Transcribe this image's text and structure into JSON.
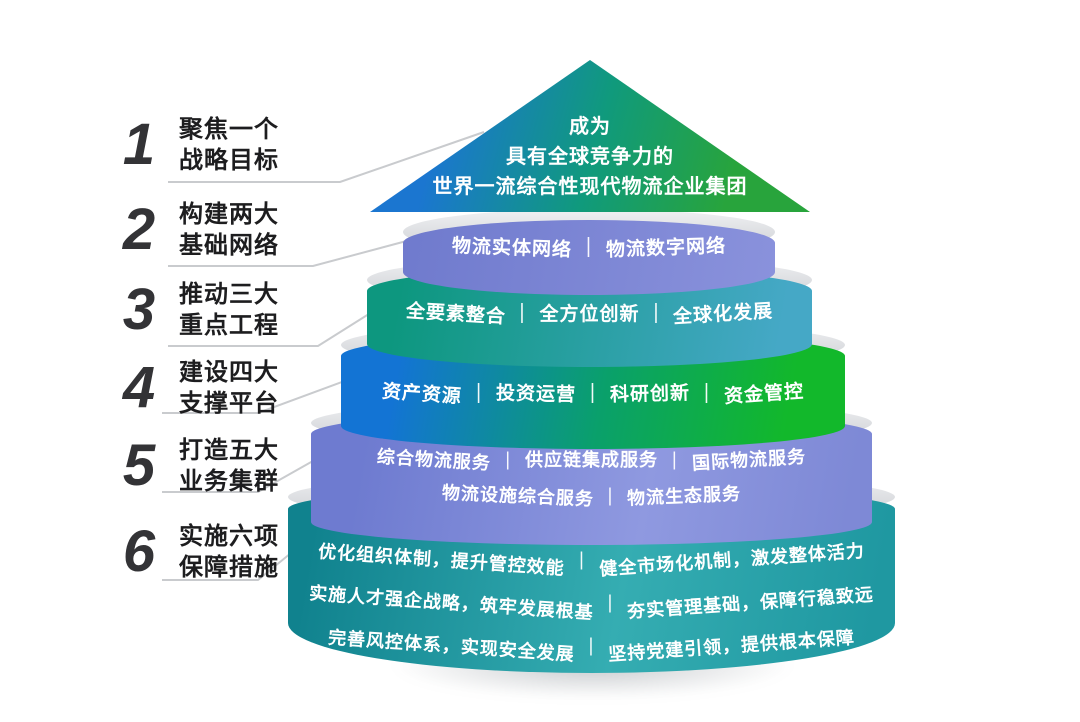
{
  "left_steps": [
    {
      "number": "1",
      "title_lines": [
        "聚焦一个",
        "战略目标"
      ]
    },
    {
      "number": "2",
      "title_lines": [
        "构建两大",
        "基础网络"
      ]
    },
    {
      "number": "3",
      "title_lines": [
        "推动三大",
        "重点工程"
      ]
    },
    {
      "number": "4",
      "title_lines": [
        "建设四大",
        "支撑平台"
      ]
    },
    {
      "number": "5",
      "title_lines": [
        "打造五大",
        "业务集群"
      ]
    },
    {
      "number": "6",
      "title_lines": [
        "实施六项",
        "保障措施"
      ]
    }
  ],
  "pyramid": {
    "separator": "|",
    "apex": {
      "lines": [
        "成为",
        "具有全球竞争力的",
        "世界一流综合性现代物流企业集团"
      ]
    },
    "tiers": [
      {
        "name": "基础网络",
        "rows": [
          [
            "物流实体网络",
            "物流数字网络"
          ]
        ]
      },
      {
        "name": "重点工程",
        "rows": [
          [
            "全要素整合",
            "全方位创新",
            "全球化发展"
          ]
        ]
      },
      {
        "name": "支撑平台",
        "rows": [
          [
            "资产资源",
            "投资运营",
            "科研创新",
            "资金管控"
          ]
        ]
      },
      {
        "name": "业务集群",
        "rows": [
          [
            "综合物流服务",
            "供应链集成服务",
            "国际物流服务"
          ],
          [
            "物流设施综合服务",
            "物流生态服务"
          ]
        ]
      },
      {
        "name": "保障措施",
        "rows": [
          [
            "优化组织体制，提升管控效能",
            "健全市场化机制，激发整体活力"
          ],
          [
            "实施人才强企战略，筑牢发展根基",
            "夯实管理基础，保障行稳致远"
          ],
          [
            "完善风控体系，实现安全发展",
            "坚持党建引领，提供根本保障"
          ]
        ]
      }
    ]
  },
  "colors": {
    "background": "#ffffff",
    "apex_gradient": [
      "#1b76d0",
      "#109a7c",
      "#28a43c"
    ],
    "tier2_purple": [
      "#6f7acd",
      "#8a92dc"
    ],
    "tier3_teal": [
      "#0d977f",
      "#45a8c6"
    ],
    "tier4_blue_green": [
      "#1374d4",
      "#0aa06b",
      "#12b82b"
    ],
    "tier5_purple": [
      "#6e7bd0",
      "#8f99e0"
    ],
    "tier6_teal": [
      "#10828e",
      "#35adb2",
      "#1f98a1"
    ],
    "cap_gray": "#d7d9dc",
    "tier_text": "#ffffff",
    "step_text": "#1d1d1f",
    "step_number": "#333336",
    "connector_gray": "#c9cbce"
  }
}
